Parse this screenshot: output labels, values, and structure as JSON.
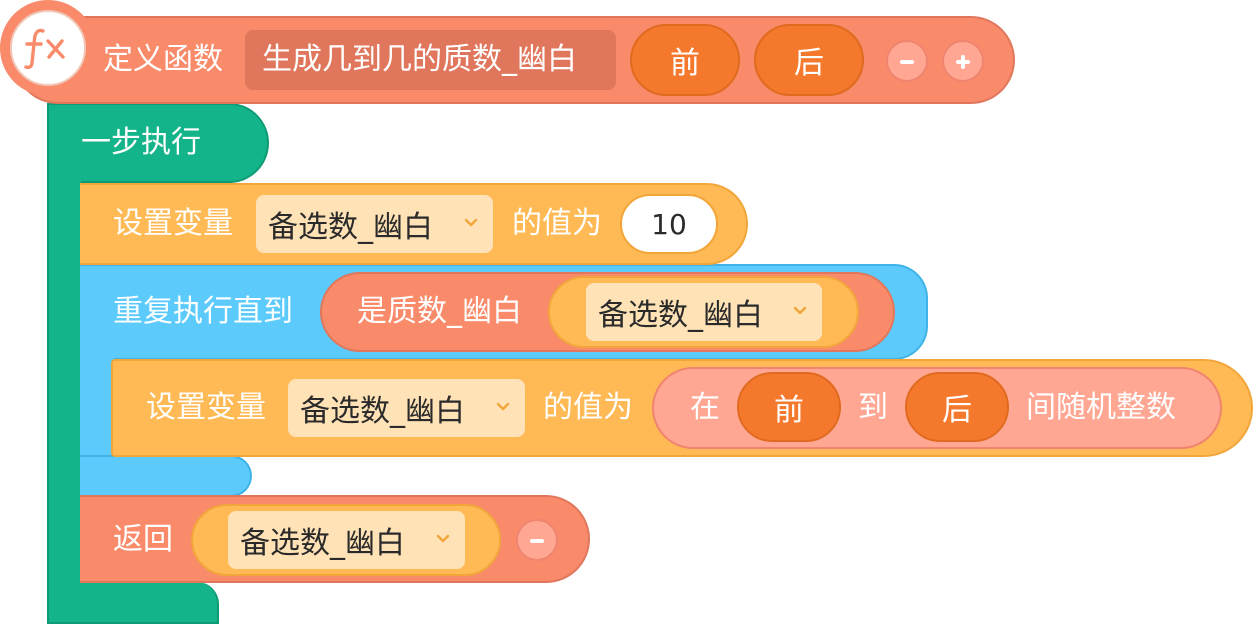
{
  "colors": {
    "function_block": "#f98b6b",
    "function_name_bg": "#e0775c",
    "param_pill": "#f5792c",
    "step_block": "#14b48a",
    "variable_block": "#ffba55",
    "loop_block": "#5ccbfc",
    "dropdown_bg": "#ffe2b6",
    "random_range_block": "#ffa792"
  },
  "function_def": {
    "icon": "fx-icon",
    "label": "定义函数",
    "name": "生成几到几的质数_幽白",
    "params": [
      "前",
      "后"
    ]
  },
  "step_block": {
    "label": "一步执行"
  },
  "set_var_1": {
    "label": "设置变量",
    "variable": "备选数_幽白",
    "value_label": "的值为",
    "value": "10"
  },
  "repeat_until": {
    "label": "重复执行直到",
    "condition_label": "是质数_幽白",
    "condition_variable": "备选数_幽白"
  },
  "set_var_2": {
    "label": "设置变量",
    "variable": "备选数_幽白",
    "value_label": "的值为",
    "random": {
      "from_label": "在",
      "from": "前",
      "to_label": "到",
      "to": "后",
      "suffix": "间随机整数"
    }
  },
  "return_block": {
    "label": "返回",
    "variable": "备选数_幽白"
  }
}
